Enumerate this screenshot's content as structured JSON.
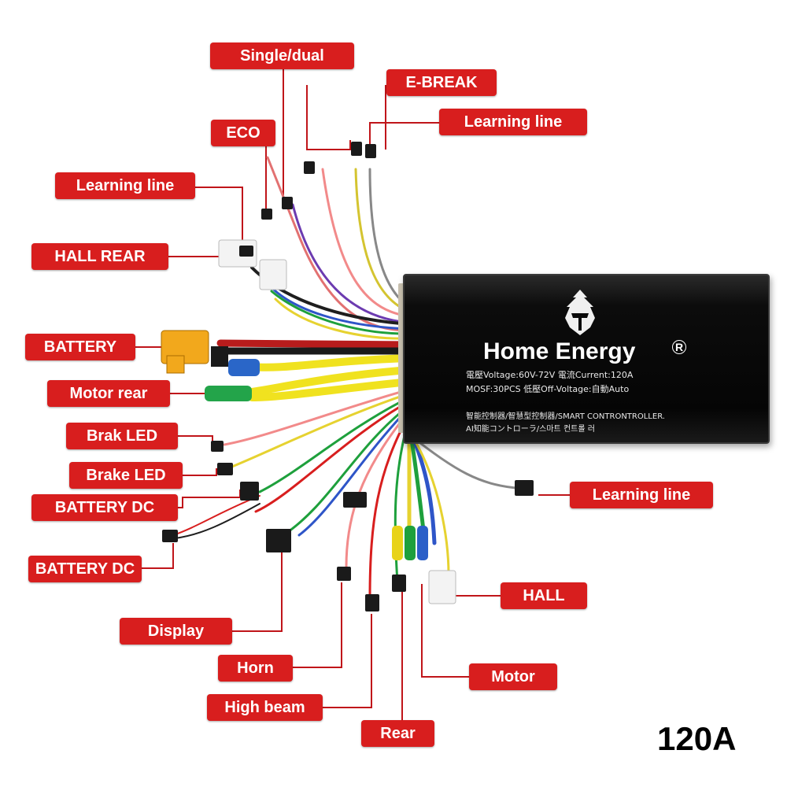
{
  "labels": {
    "single_dual": "Single/dual",
    "ebreak": "E-BREAK",
    "learning_line_top": "Learning line",
    "eco": "ECO",
    "learning_line_left": "Learning line",
    "hall_rear": "HALL REAR",
    "battery": "BATTERY",
    "motor_rear": "Motor rear",
    "brak_led": "Brak LED",
    "brake_led": "Brake LED",
    "battery_dc_1": "BATTERY DC",
    "battery_dc_2": "BATTERY DC",
    "display": "Display",
    "horn": "Horn",
    "high_beam": "High beam",
    "rear": "Rear",
    "motor": "Motor",
    "hall": "HALL",
    "learning_line_right": "Learning line"
  },
  "controller": {
    "brand": "Home Energy",
    "brand_mark": "R",
    "spec_line1": "電壓Voltage:60V-72V 電流Current:120A",
    "spec_line2": "MOSF:30PCS    低壓Off-Voltage:自動Auto",
    "spec_line3": "智能控制器/智慧型控制器/SMART CONTRONTROLLER.",
    "spec_line4": "AI知能コントローラ/스마트 컨트롤 러"
  },
  "rating": "120A",
  "colors": {
    "label_bg": "#d81e1e",
    "label_text": "#ffffff",
    "leader_line": "#c0151a"
  }
}
